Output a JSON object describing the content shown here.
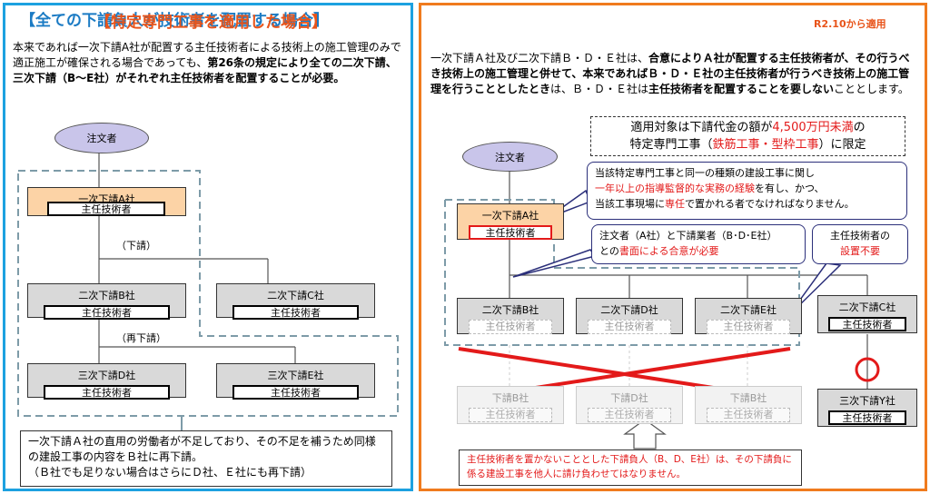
{
  "left": {
    "title": "【全ての下請負人が技術者を配置する場合】",
    "intro_plain": "本来であれば一次下請A社が配置する主任技術者による技術上の施工管理のみで適正施工が確保される場合であっても、",
    "intro_bold": "第26条の規定により全ての二次下請、三次下請（B～E社）がそれぞれ主任技術者を配置することが必要。",
    "client": "注文者",
    "label_subcontract": "（下請）",
    "label_resub": "（再下請）",
    "companies": {
      "a": "一次下請A社",
      "b": "二次下請B社",
      "c": "二次下請C社",
      "d": "三次下請D社",
      "e": "三次下請E社"
    },
    "engineer": "主任技術者",
    "note": "一次下請Ａ社の直用の労働者が不足しており、その不足を補うため同様の建設工事の内容をＢ社に再下請。\n（Ｂ社でも足りない場合はさらにＤ社、Ｅ社にも再下請）"
  },
  "right": {
    "title": "【特定専門工事を適用した場合】",
    "note": "R2.10から適用",
    "intro_1": "一次下請Ａ社及び二次下請Ｂ・Ｄ・Ｅ社は、",
    "intro_2": "合意によりＡ社が配置する主任技術者が、その行うべき技術上の施工管理と併せて、本来であればＢ・Ｄ・Ｅ社の主任技術者が行うべき技術上の施工管理を行うこととしたとき",
    "intro_3": "は、Ｂ・Ｄ・Ｅ社は",
    "intro_4": "主任技術者を配置することを要しない",
    "intro_5": "こととします。",
    "scope_1": "適用対象は下請代金の額が",
    "scope_amount": "4,500万円未満",
    "scope_2": "の",
    "scope_3": "特定専門工事（",
    "scope_kinds": "鉄筋工事・型枠工事",
    "scope_4": "）に限定",
    "client": "注文者",
    "bubble1_l1": "当該特定専門工事と同一の種類の建設工事に関し",
    "bubble1_l2": "一年以上の指導監督的な実務の経験",
    "bubble1_l2b": "を有し、かつ、",
    "bubble1_l3a": "当該工事現場に",
    "bubble1_l3b": "専任",
    "bubble1_l3c": "で置かれる者でなければなりません。",
    "bubble2_l1": "注文者（A社）と下請業者（B･D･E社）",
    "bubble2_l2a": "との",
    "bubble2_l2b": "書面による合意が必要",
    "bubble3_l1": "主任技術者の",
    "bubble3_l2": "設置不要",
    "companies": {
      "a": "一次下請A社",
      "b": "二次下請B社",
      "d": "二次下請D社",
      "e": "二次下請E社",
      "c": "二次下請C社",
      "y": "三次下請Y社",
      "gb": "下請B社",
      "gd": "下請D社",
      "ge": "下請B社"
    },
    "engineer": "主任技術者",
    "warning": "主任技術者を置かないこととした下請負人（B、D、E社）は、その下請負に係る建設工事を他人に請け負わせてはなりません。"
  }
}
